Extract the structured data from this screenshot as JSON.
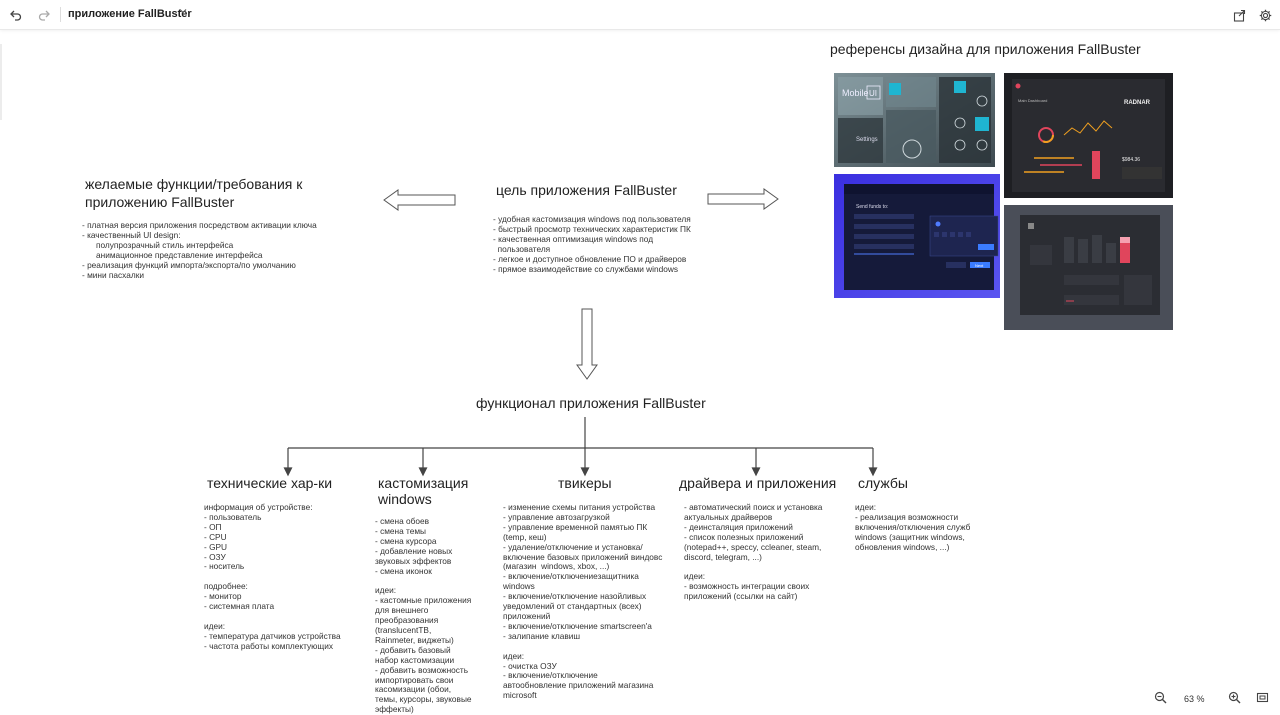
{
  "toolbar": {
    "undo_icon": "undo-icon",
    "redo_icon": "redo-icon",
    "title": "приложение FallBuster",
    "share_icon": "share-icon",
    "settings_icon": "gear-icon"
  },
  "diagram": {
    "goal": {
      "title": "цель приложения FallBuster",
      "items": "- удобная кастомизация windows под пользователя\n- быстрый просмотр технических характеристик ПК\n- качественная оптимизация windows под\n  пользователя\n- легкое и доступное обновление ПО и драйверов\n- прямое взаимодействие со службами windows"
    },
    "wanted": {
      "title": "желаемые функции/требования к\nприложению FallBuster",
      "items": [
        "- платная версия приложения посредством активации ключа",
        "- качественный UI design:",
        "полупрозрачный стиль интерфейса",
        "анимационное представление интерфейса",
        "- реализация функций импорта/экспорта/по умолчанию",
        "- мини пасхалки"
      ]
    },
    "references": {
      "title": "референсы дизайна для приложения FallBuster"
    },
    "functional": {
      "title": "функционал приложения FallBuster"
    },
    "columns": [
      {
        "title": "технические хар-ки",
        "text": "информация об устройстве:\n- пользователь\n- ОП\n- CPU\n- GPU\n- ОЗУ\n- носитель\n\nподробнее:\n- монитор\n- системная плата\n\nидеи:\n- температура датчиков устройства\n- частота работы комплектующих"
      },
      {
        "title": "кастомизация\nwindows",
        "text": "- смена обоев\n- смена темы\n- смена курсора\n- добавление новых\nзвуковых эффектов\n- смена иконок\n\nидеи:\n- кастомные приложения\nдля внешнего\nпреобразования\n(translucentTB,\nRainmeter, виджеты)\n- добавить базовый\nнабор кастомизации\n- добавить возможность\nимпортировать свои\nкасомизации (обои,\nтемы, курсоры, звуковые\nэффекты)"
      },
      {
        "title": "твикеры",
        "text": "- изменение схемы питания устройства\n- управление автозагрузкой\n- управление временной памятью ПК\n(temp, кеш)\n- удаление/отключение и установка/\nвключение базовых приложений виндовс\n(магазин  windows, xbox, ...)\n- включение/отключениезащитника\nwindows\n- включение/отключение назойливых\nуведомлений от стандартных (всех)\nприложений\n- включение/отключение smartscreen'a\n- залипание клавиш\n\nидеи:\n- очистка ОЗУ\n- включение/отключение\nавтообновление приложений магазина\nmicrosoft"
      },
      {
        "title": "драйвера и приложения",
        "text": "- автоматический поиск и установка\nактуальных драйверов\n- деинсталяция приложений\n- список полезных приложений\n(notepad++, speccy, ccleaner, steam,\ndiscord, telegram, ...)\n\nидеи:\n- возможность интеграции своих\nприложений (ссылки на сайт)"
      },
      {
        "title": "службы",
        "text": "идеи:\n- реализация возможности\nвключения/отключения служб\nwindows (защитник windows,\nобновления windows, ...)"
      }
    ],
    "thumbs": {
      "t1_label_a": "Mobile",
      "t1_label_b": "UI",
      "t1_label_c": "Settings",
      "t2_label": "Main Dashboard",
      "t2_big": "RADNAR",
      "t2_value": "$984.36",
      "t3_label": "Send funds to:",
      "t3_btn": "Next"
    }
  },
  "zoom": {
    "value": "63 %",
    "zoom_out_icon": "zoom-out-icon",
    "zoom_in_icon": "zoom-in-icon",
    "fit_icon": "fit-screen-icon"
  },
  "colors": {
    "arrow_stroke": "#555555",
    "arrow_fill": "#ffffff",
    "accent_cyan": "#1fb5d1",
    "accent_red": "#e0455c"
  }
}
